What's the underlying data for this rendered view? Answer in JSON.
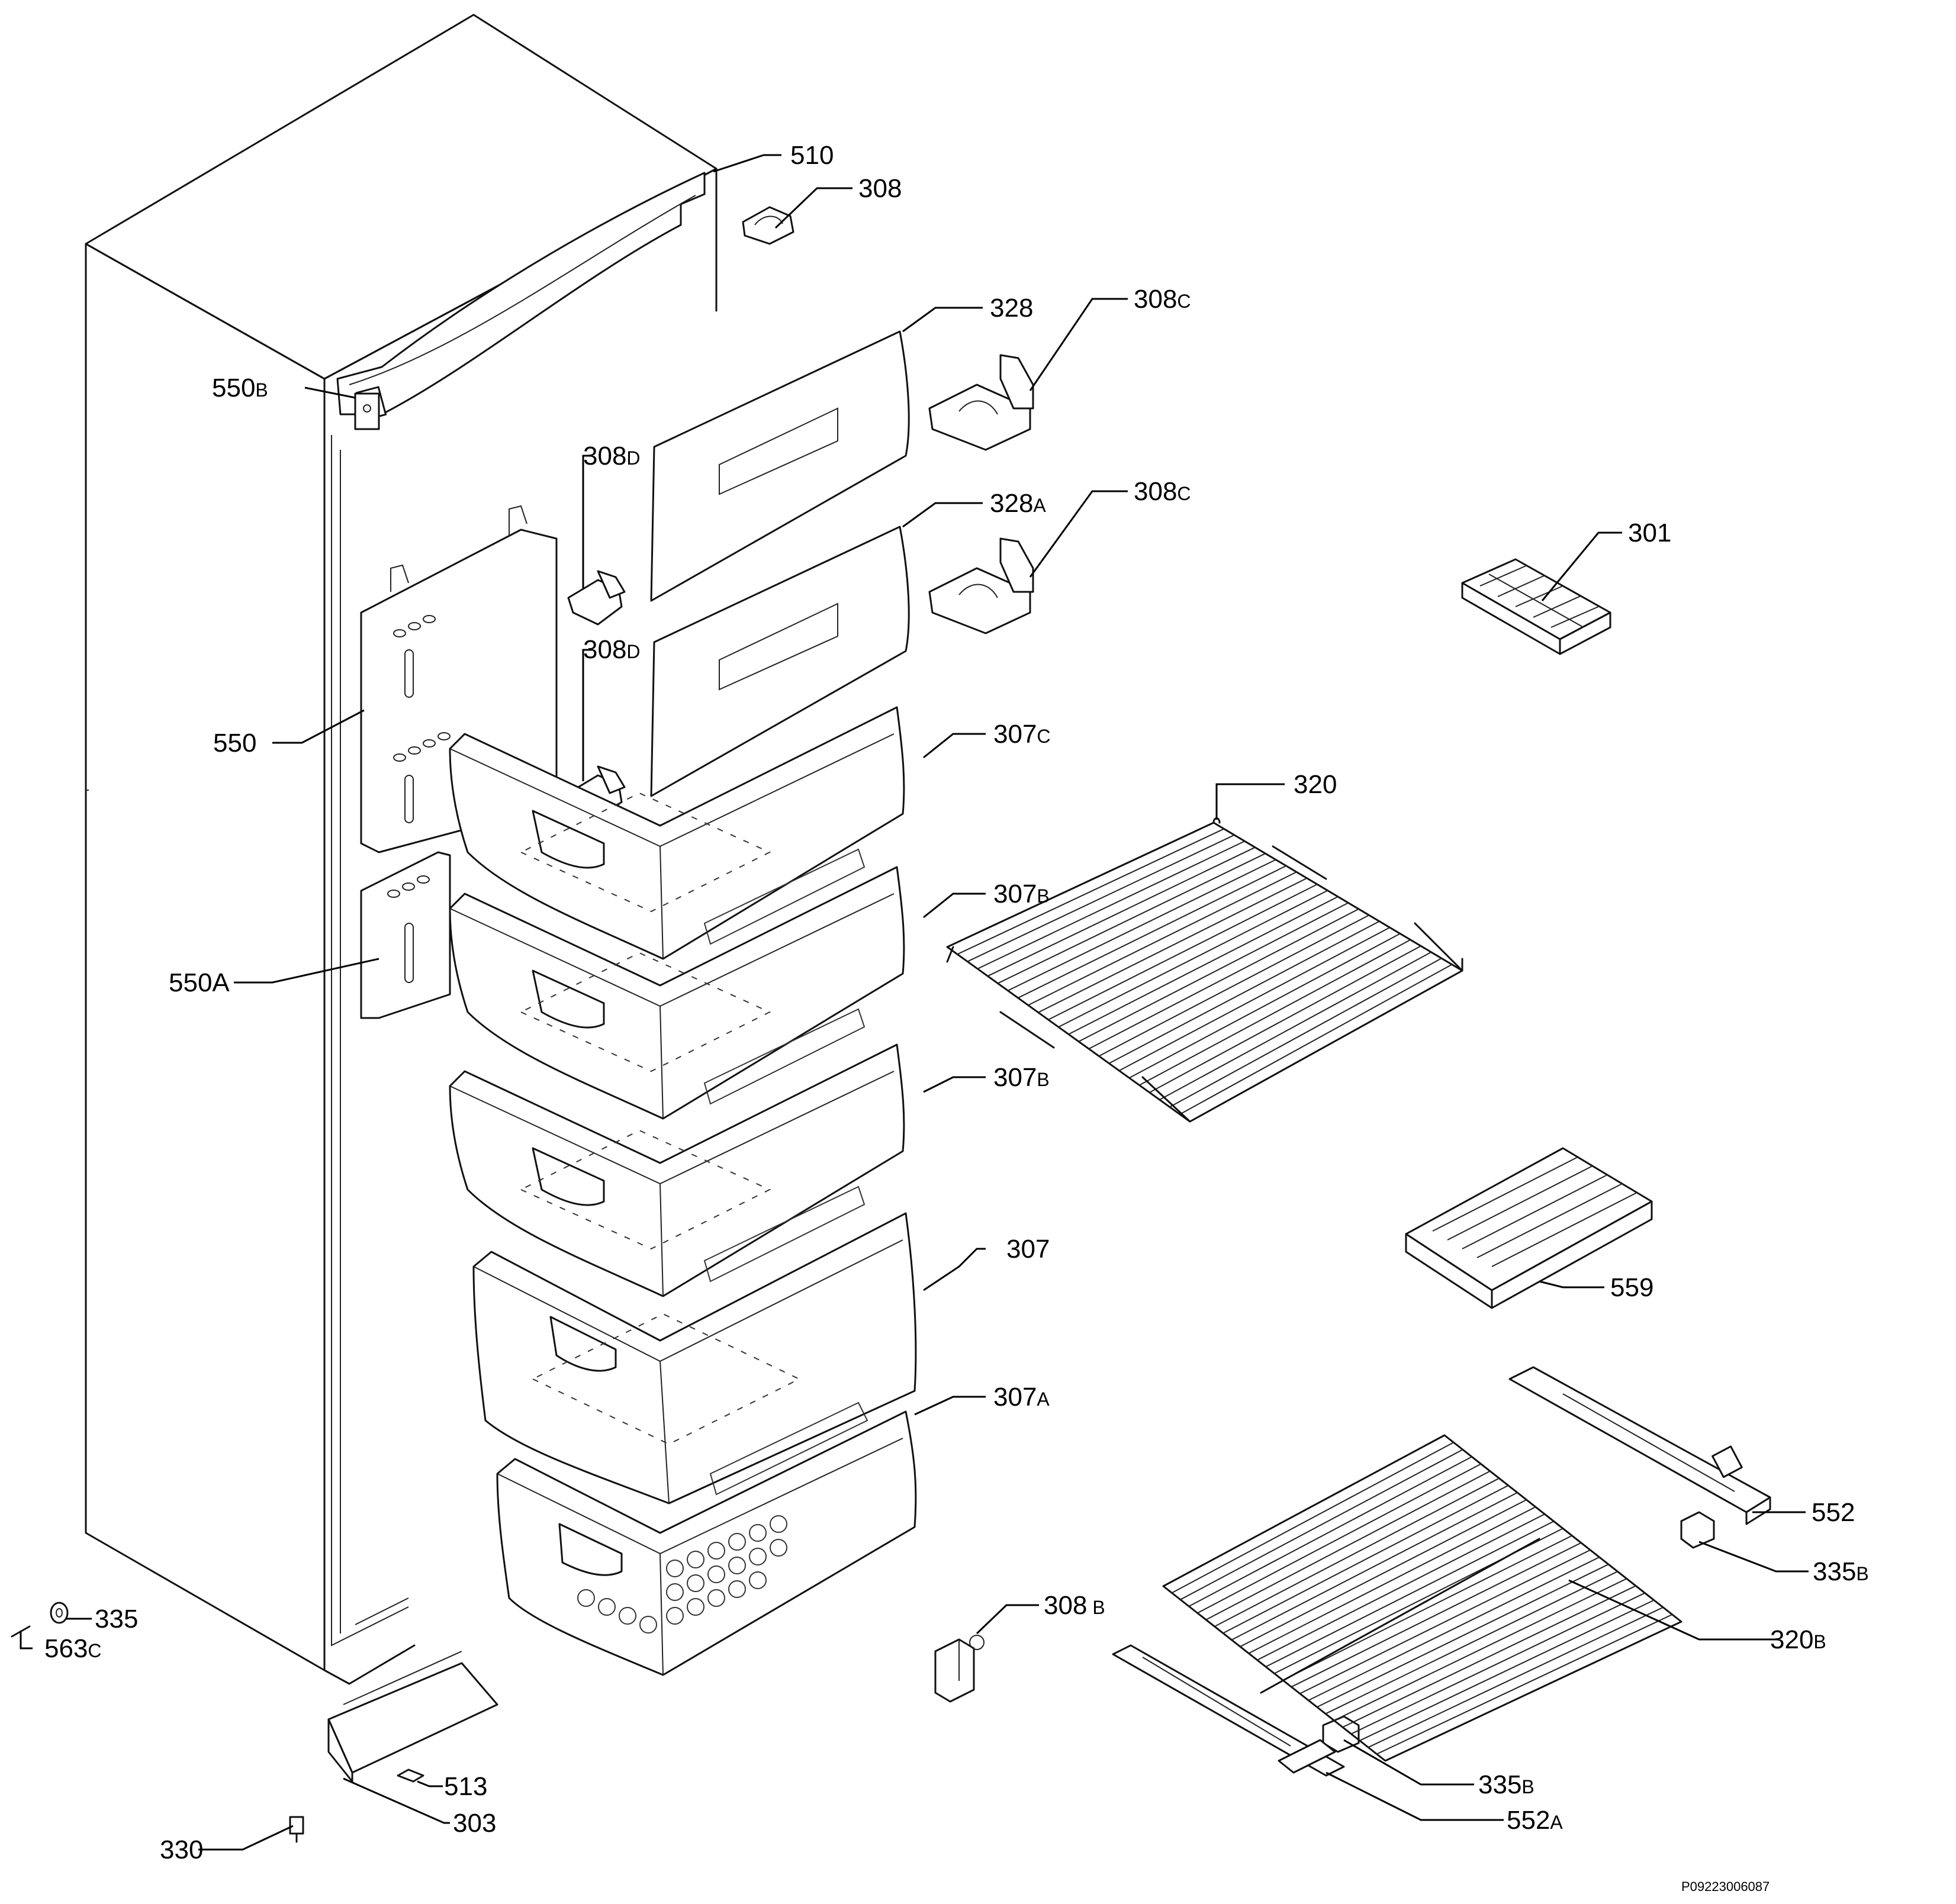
{
  "diagram": {
    "callouts": [
      {
        "id": "510",
        "num": "510",
        "suffix": ""
      },
      {
        "id": "308",
        "num": "308",
        "suffix": ""
      },
      {
        "id": "328",
        "num": "328",
        "suffix": ""
      },
      {
        "id": "308c-top",
        "num": "308",
        "suffix": "C"
      },
      {
        "id": "550b",
        "num": "550",
        "suffix": "B"
      },
      {
        "id": "308d-top",
        "num": "308",
        "suffix": "D"
      },
      {
        "id": "328a",
        "num": "328",
        "suffix": "A"
      },
      {
        "id": "308c-mid",
        "num": "308",
        "suffix": "C"
      },
      {
        "id": "301",
        "num": "301",
        "suffix": ""
      },
      {
        "id": "308d-mid",
        "num": "308",
        "suffix": "D"
      },
      {
        "id": "550",
        "num": "550",
        "suffix": ""
      },
      {
        "id": "307c",
        "num": "307",
        "suffix": "C"
      },
      {
        "id": "320",
        "num": "320",
        "suffix": ""
      },
      {
        "id": "307b-top",
        "num": "307",
        "suffix": "B"
      },
      {
        "id": "550a",
        "num": "550A",
        "suffix": ""
      },
      {
        "id": "307b-mid",
        "num": "307",
        "suffix": "B"
      },
      {
        "id": "307",
        "num": "307",
        "suffix": ""
      },
      {
        "id": "559",
        "num": "559",
        "suffix": ""
      },
      {
        "id": "307a",
        "num": "307",
        "suffix": "A"
      },
      {
        "id": "552",
        "num": "552",
        "suffix": ""
      },
      {
        "id": "335b-right",
        "num": "335",
        "suffix": "B"
      },
      {
        "id": "335",
        "num": "335",
        "suffix": ""
      },
      {
        "id": "563c",
        "num": "563",
        "suffix": "C"
      },
      {
        "id": "308b",
        "num": "308",
        "suffix": " B"
      },
      {
        "id": "320b",
        "num": "320",
        "suffix": "B"
      },
      {
        "id": "513",
        "num": "513",
        "suffix": ""
      },
      {
        "id": "335b-bottom",
        "num": "335",
        "suffix": "B"
      },
      {
        "id": "303",
        "num": "303",
        "suffix": ""
      },
      {
        "id": "552a",
        "num": "552",
        "suffix": "A"
      },
      {
        "id": "330",
        "num": "330",
        "suffix": ""
      }
    ],
    "drawing_code": "P09223006087"
  }
}
